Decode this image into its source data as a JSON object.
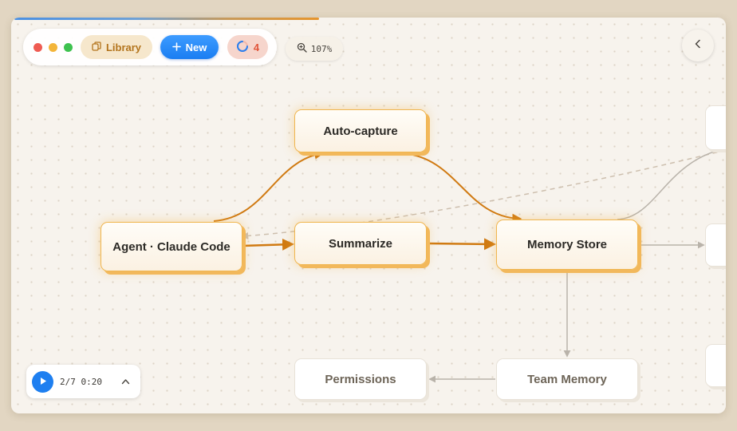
{
  "toolbar": {
    "library_label": "Library",
    "new_label": "New",
    "running_count": "4",
    "zoom_level": "107%"
  },
  "nodes": {
    "agent": "Agent · Claude Code",
    "autocapture": "Auto-capture",
    "summarize": "Summarize",
    "memory_store": "Memory Store",
    "team_memory": "Team Memory",
    "permissions": "Permissions"
  },
  "player": {
    "step": "2/7",
    "time": "0:20"
  },
  "colors": {
    "accent_orange": "#d07a12",
    "edge_muted": "#b9b3aa",
    "node_border_active": "#f0b650",
    "primary_blue": "#1a7ef2"
  },
  "icons": {
    "library": "library-icon",
    "new": "plus-icon",
    "spinner": "spinner-icon",
    "zoom": "zoom-icon",
    "collapse": "chevron-left-icon",
    "play": "play-icon",
    "expand": "chevron-up-icon"
  }
}
